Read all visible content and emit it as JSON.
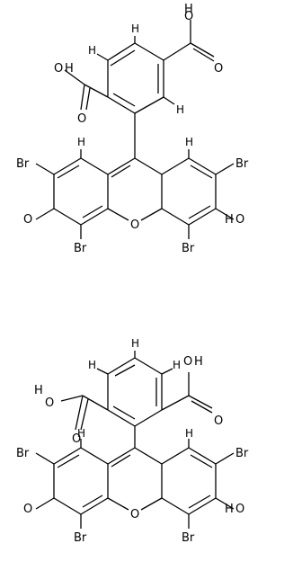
{
  "molecules": [
    {
      "labels": {
        "oh_acid1": "O",
        "oh_acid1_h": "H",
        "o_acid1": "O",
        "oh_acid2": "O",
        "oh_acid2_h": "H",
        "o_acid2": "O",
        "h_ring_top": "H",
        "h_ring_left": "H",
        "h_ring_right": "H",
        "h_left": "H",
        "h_right": "H",
        "br1": "Br",
        "br2": "Br",
        "br3": "Br",
        "br4": "Br",
        "o_keto": "O",
        "o_bridge": "O",
        "oh_phenol_h": "H",
        "oh_phenol_o": "O"
      }
    },
    {
      "labels": {
        "oh_acid1": "O",
        "oh_acid1_h": "H",
        "o_acid1": "O",
        "oh_acid2": "O",
        "oh_acid2_h": "H",
        "o_acid2": "O",
        "h_ring_top": "H",
        "h_ring_left": "H",
        "h_ring_right": "H",
        "h_left": "H",
        "h_right": "H",
        "br1": "Br",
        "br2": "Br",
        "br3": "Br",
        "br4": "Br",
        "o_keto": "O",
        "o_bridge": "O",
        "oh_phenol_h": "H",
        "oh_phenol_o": "O"
      }
    }
  ]
}
